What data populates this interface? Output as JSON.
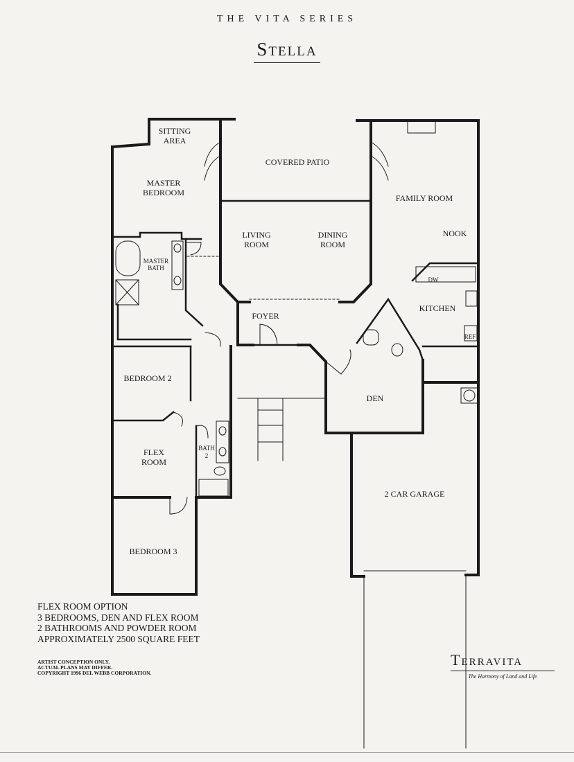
{
  "header": {
    "series": "THE VITA SERIES",
    "plan_name": "Stella"
  },
  "rooms": {
    "sitting_area": [
      "SITTING",
      "AREA"
    ],
    "master_bedroom": [
      "MASTER",
      "BEDROOM"
    ],
    "covered_patio": "COVERED PATIO",
    "family_room": "FAMILY ROOM",
    "nook": "NOOK",
    "living_room": [
      "LIVING",
      "ROOM"
    ],
    "dining_room": [
      "DINING",
      "ROOM"
    ],
    "master_bath": [
      "MASTER",
      "BATH"
    ],
    "kitchen": "KITCHEN",
    "dw": "DW",
    "ref": "REF",
    "foyer": "FOYER",
    "bedroom_2": "BEDROOM 2",
    "den": "DEN",
    "flex_room": [
      "FLEX",
      "ROOM"
    ],
    "bath_2": [
      "BATH",
      "2"
    ],
    "garage": "2 CAR GARAGE",
    "bedroom_3": "BEDROOM 3"
  },
  "summary": {
    "line1": "FLEX ROOM OPTION",
    "line2": "3 BEDROOMS, DEN AND FLEX ROOM",
    "line3": "2 BATHROOMS AND POWDER ROOM",
    "line4": "APPROXIMATELY 2500 SQUARE FEET"
  },
  "disclaimer": {
    "line1": "ARTIST CONCEPTION ONLY.",
    "line2": "ACTUAL PLANS MAY DIFFER.",
    "line3": "COPYRIGHT 1996 DEL WEBB CORPORATION."
  },
  "brand": {
    "name": "Terravita",
    "tagline": "The Harmony of Land and Life"
  }
}
